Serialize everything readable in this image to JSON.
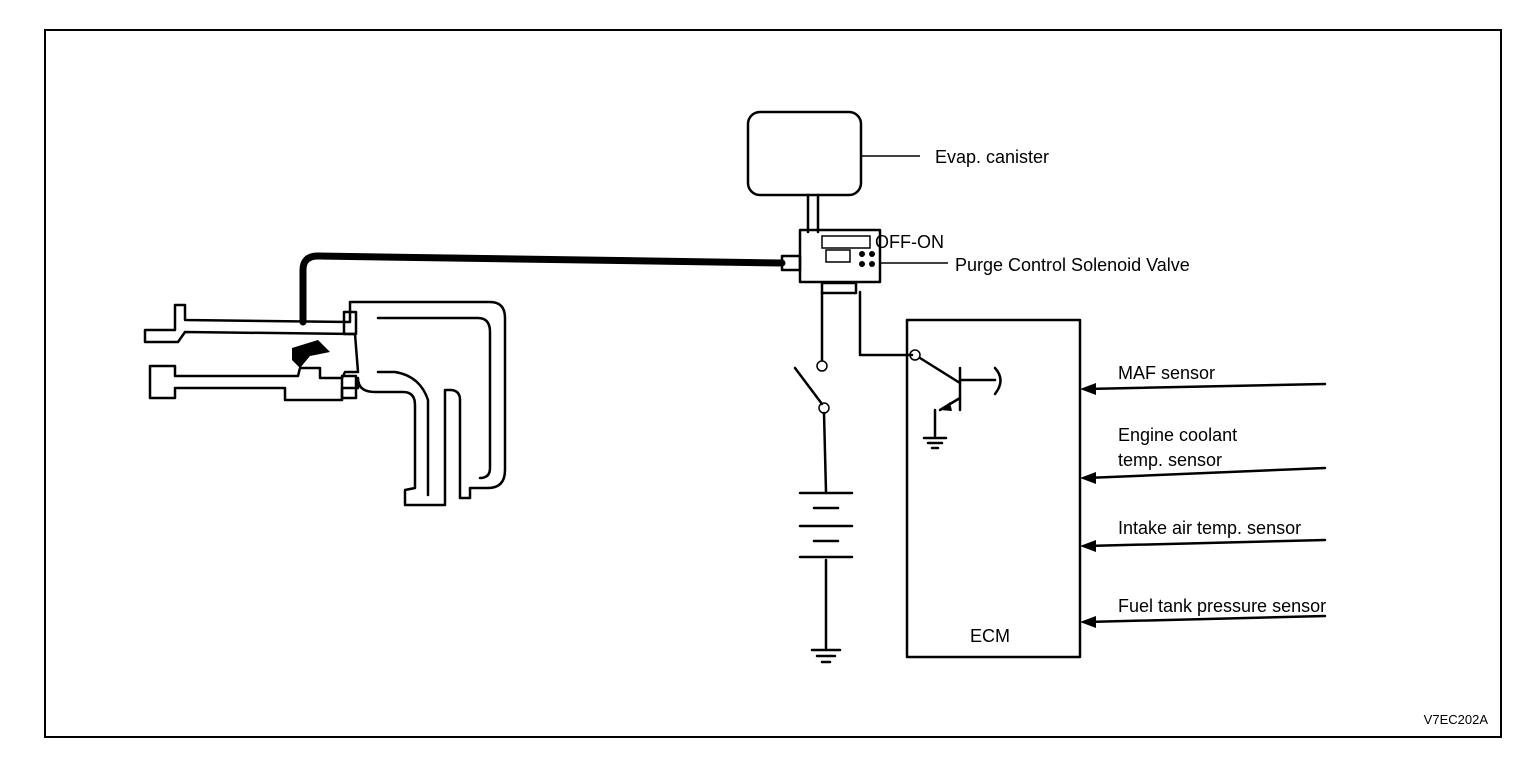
{
  "labels": {
    "canister": "Evap. canister",
    "valve_state": "OFF-ON",
    "valve": "Purge Control Solenoid Valve",
    "ecm": "ECM",
    "figure_code": "V7EC202A"
  },
  "sensors": [
    {
      "lines": [
        "MAF sensor"
      ]
    },
    {
      "lines": [
        "Engine coolant",
        "temp. sensor"
      ]
    },
    {
      "lines": [
        "Intake air temp. sensor"
      ]
    },
    {
      "lines": [
        "Fuel tank pressure sensor"
      ]
    }
  ]
}
